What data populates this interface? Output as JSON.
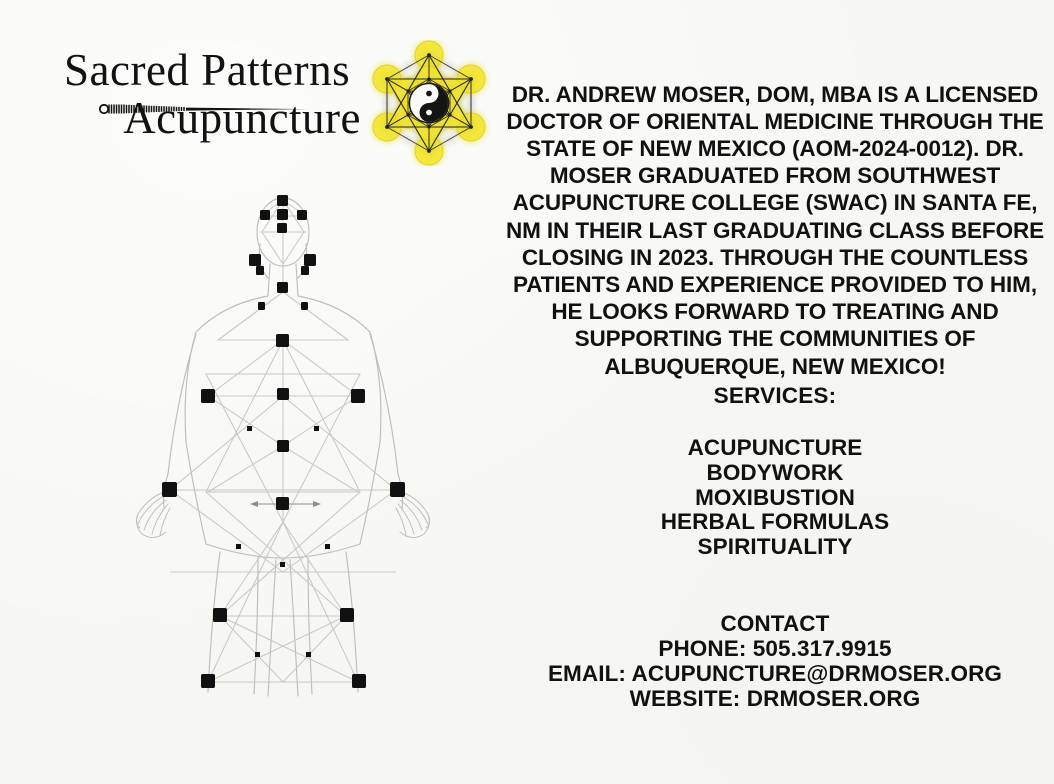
{
  "page": {
    "background_color": "#f7f7f4",
    "text_color": "#111111"
  },
  "logo": {
    "line1": "Sacred Patterns",
    "line2": "Acupuncture",
    "needle_icon": "acupuncture-needle-icon"
  },
  "mandala": {
    "icon": "metatrons-cube-icon",
    "center_icon": "yin-yang-icon",
    "accent_color": "#f2e42a",
    "line_color": "#2b2b28"
  },
  "figure": {
    "icon": "acupuncture-meridian-body-diagram",
    "node_color": "#111111",
    "line_color": "#b9b9b6"
  },
  "bio": {
    "text": "DR. ANDREW MOSER, DOM, MBA IS A LICENSED DOCTOR OF ORIENTAL MEDICINE THROUGH THE STATE OF NEW MEXICO (AOM-2024-0012). DR. MOSER GRADUATED FROM SOUTHWEST ACUPUNCTURE COLLEGE (SWAC) IN SANTA FE, NM IN THEIR LAST GRADUATING CLASS BEFORE CLOSING IN 2023. THROUGH THE COUNTLESS PATIENTS AND EXPERIENCE PROVIDED TO HIM, HE LOOKS FORWARD TO TREATING AND SUPPORTING THE COMMUNITIES OF ALBUQUERQUE, NEW MEXICO!"
  },
  "services": {
    "heading": "SERVICES:",
    "items": [
      "ACUPUNCTURE",
      "BODYWORK",
      "MOXIBUSTION",
      "HERBAL FORMULAS",
      "SPIRITUALITY"
    ]
  },
  "contact": {
    "heading": "CONTACT",
    "phone": "PHONE: 505.317.9915",
    "email": "EMAIL: ACUPUNCTURE@DRMOSER.ORG",
    "website": "WEBSITE: DRMOSER.ORG"
  }
}
